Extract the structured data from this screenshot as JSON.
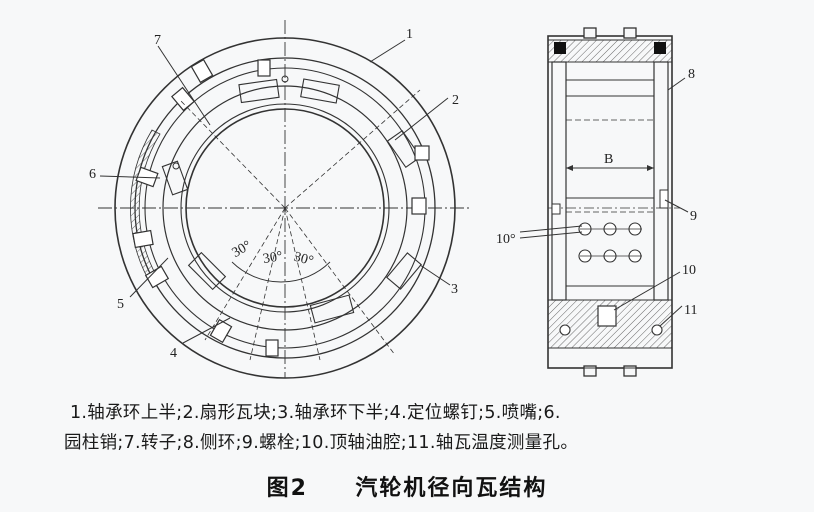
{
  "labels": {
    "n1": "1",
    "n2": "2",
    "n3": "3",
    "n4": "4",
    "n5": "5",
    "n6": "6",
    "n7": "7",
    "n8": "8",
    "n9": "9",
    "n10": "10",
    "n11": "11",
    "angle_a": "30°",
    "angle_b": "30°",
    "angle_c": "30°",
    "angle_side": "10°",
    "width_b": "B"
  },
  "caption": {
    "line1": "1.轴承环上半;2.扇形瓦块;3.轴承环下半;4.定位螺钉;5.喷嘴;6.",
    "line2": "园柱销;7.转子;8.侧环;9.螺栓;10.顶轴油腔;11.轴瓦温度测量孔。"
  },
  "title": {
    "number": "图2",
    "text": "汽轮机径向瓦结构"
  }
}
